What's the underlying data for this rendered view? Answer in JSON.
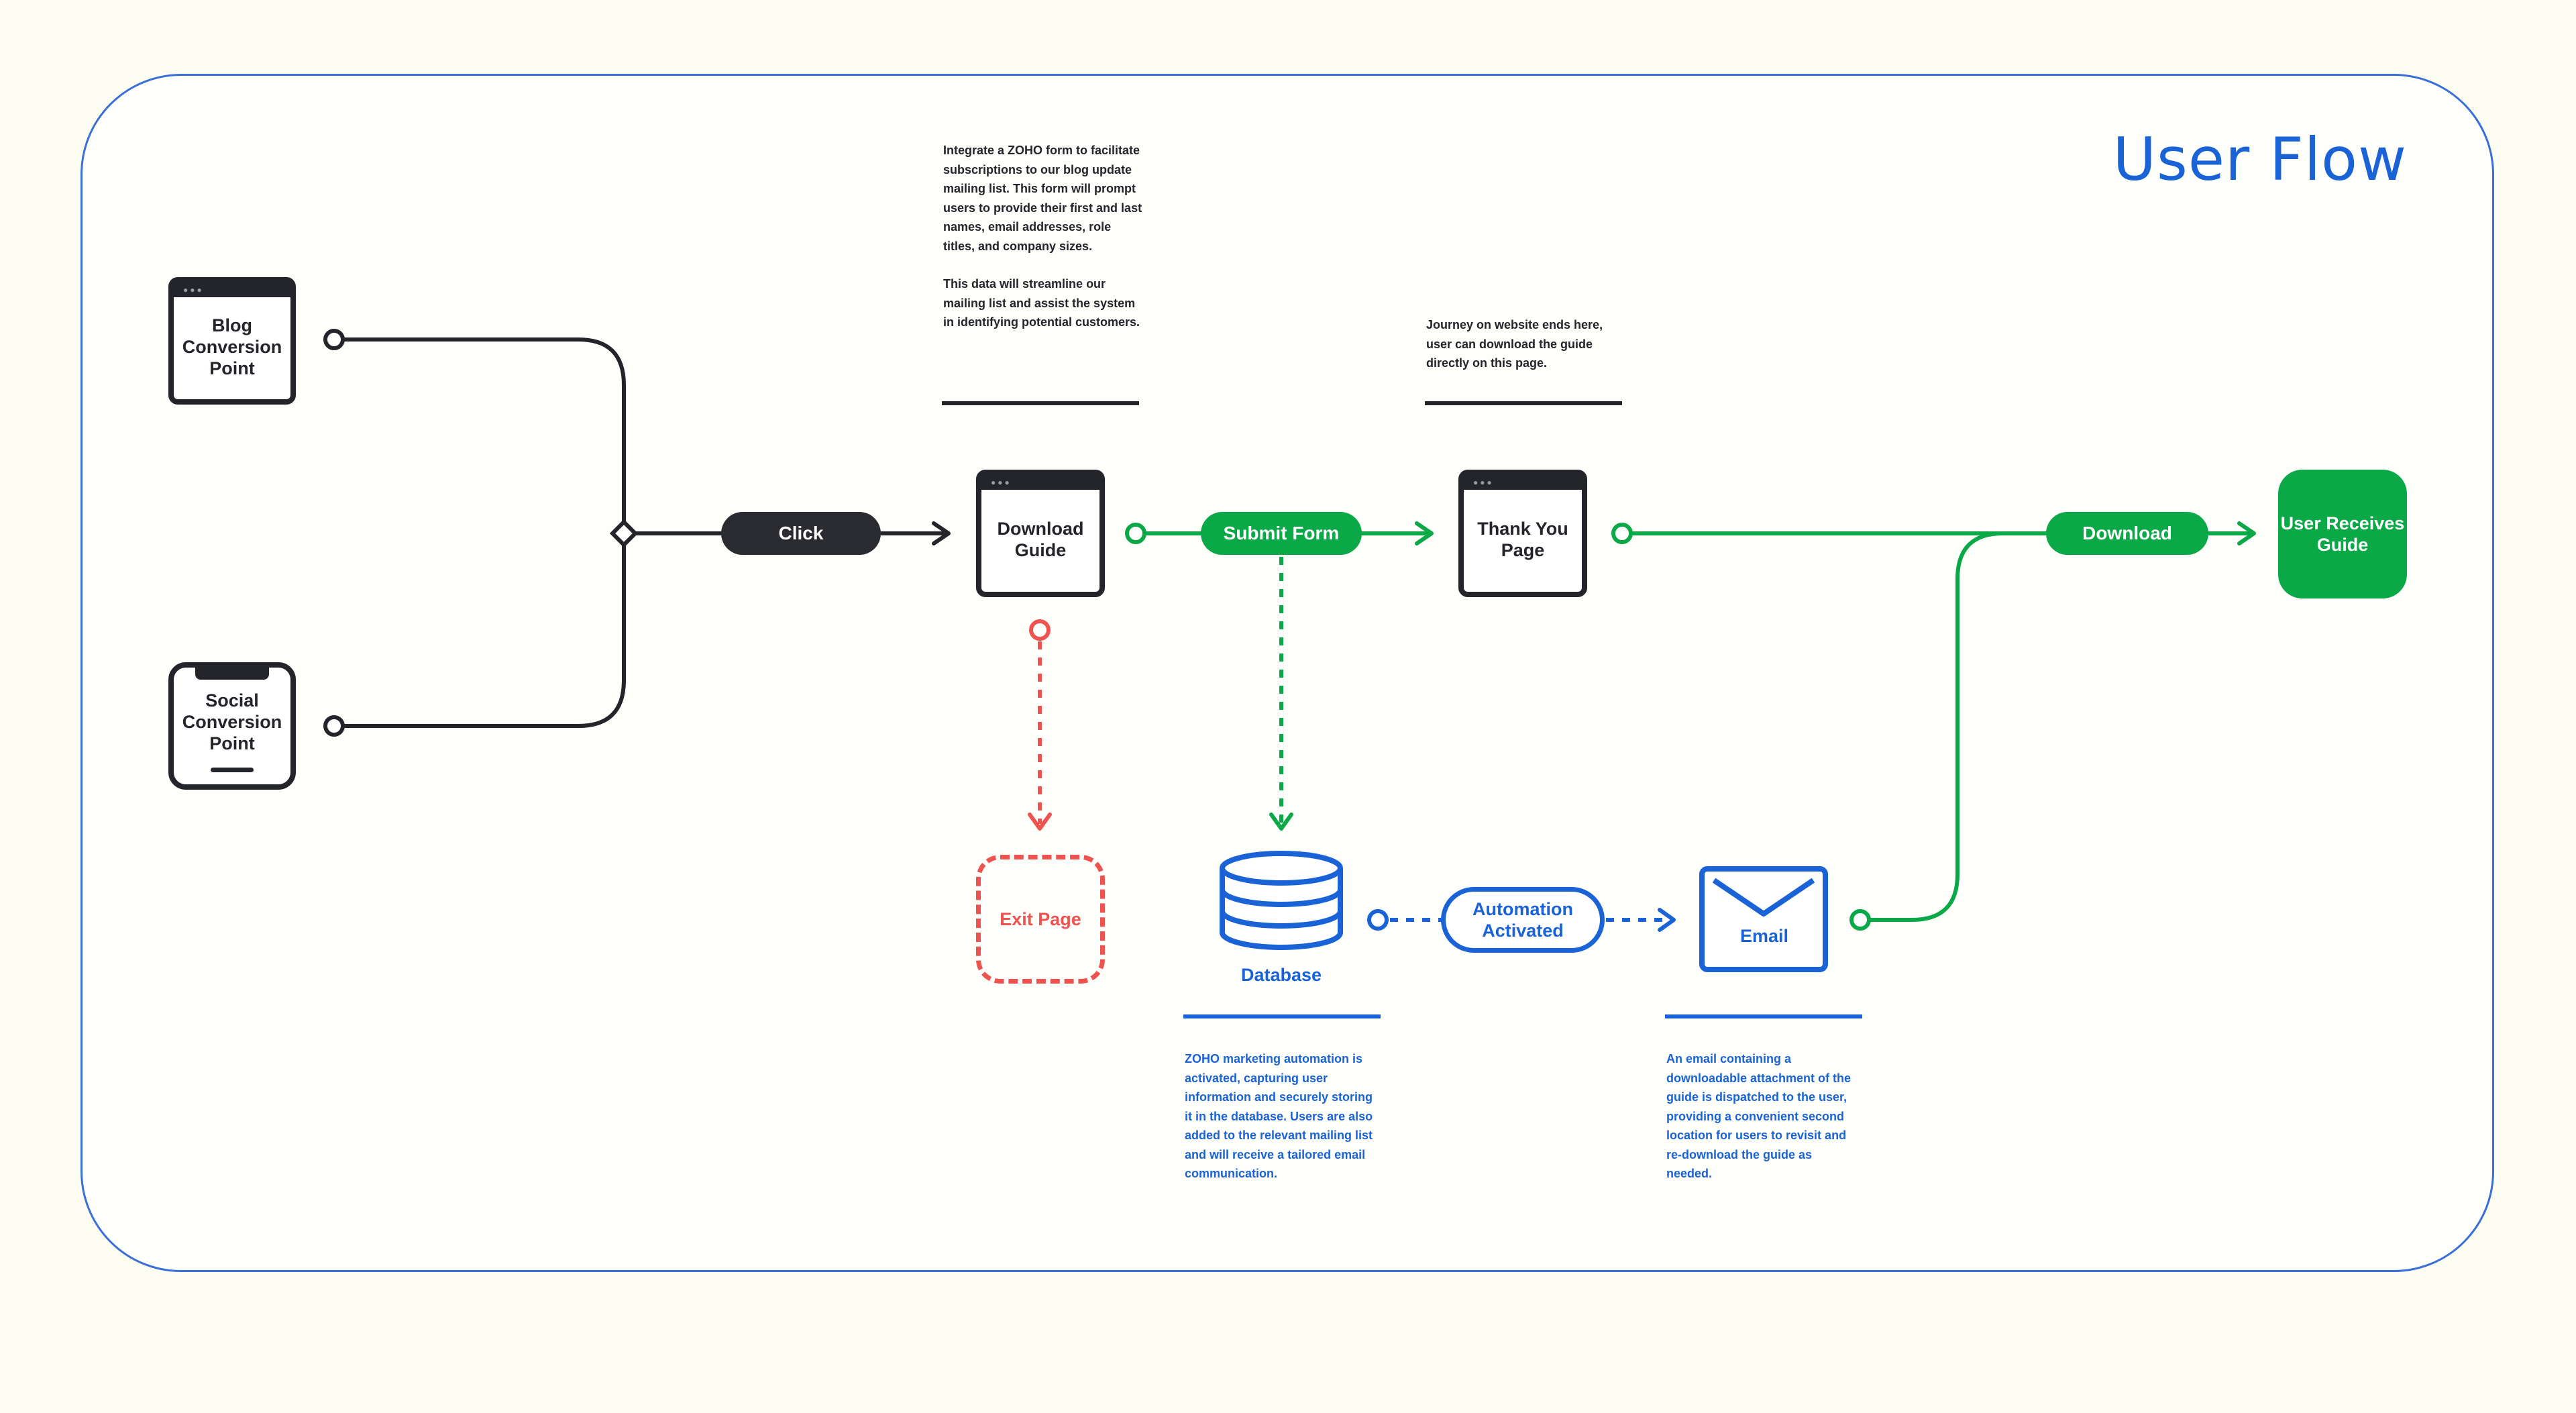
{
  "title": "User Flow",
  "colors": {
    "dark": "#24242b",
    "green": "#0aa846",
    "red": "#ef5350",
    "blue": "#1a63d6",
    "frame": "#3a6fd8",
    "background": "#fdfcf1"
  },
  "nodes": {
    "blog": "Blog Conversion Point",
    "social": "Social Conversion Point",
    "download_guide": "Download Guide",
    "thank_you": "Thank You Page",
    "exit": "Exit Page",
    "database": "Database",
    "automation": "Automation Activated",
    "email": "Email",
    "user_receives": "User Receives Guide"
  },
  "actions": {
    "click": "Click",
    "submit_form": "Submit Form",
    "download": "Download"
  },
  "notes": {
    "form_p1": "Integrate a ZOHO form to facilitate subscriptions to our blog update mailing list. This form will prompt users to provide their first and last names, email addresses, role titles, and company sizes.",
    "form_p2": "This data will streamline our mailing list and assist the system in identifying potential customers.",
    "thank_you": "Journey on website ends here, user can download the guide directly on this page.",
    "database": "ZOHO marketing automation is activated, capturing user information and securely storing it in the database. Users are also added to the relevant mailing list and will receive a tailored email communication.",
    "email": "An email containing a downloadable attachment of the guide is dispatched to the user, providing a convenient second location for users to revisit and re-download the guide as needed."
  },
  "icons": [
    "browser-window-icon",
    "phone-icon",
    "database-icon",
    "envelope-icon",
    "arrowhead-icon",
    "diamond-junction-icon",
    "connector-dot-icon"
  ]
}
